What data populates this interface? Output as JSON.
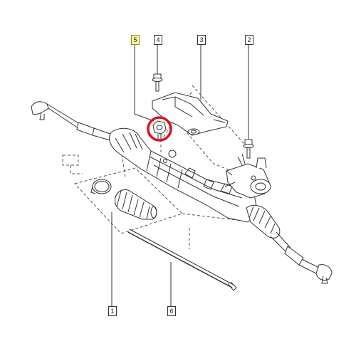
{
  "diagram": {
    "callouts": [
      {
        "id": "c5",
        "label": "5",
        "highlighted": true
      },
      {
        "id": "c4",
        "label": "4",
        "highlighted": false
      },
      {
        "id": "c3",
        "label": "3",
        "highlighted": false
      },
      {
        "id": "c2",
        "label": "2",
        "highlighted": false
      },
      {
        "id": "c1",
        "label": "1",
        "highlighted": false
      },
      {
        "id": "c6",
        "label": "6",
        "highlighted": false
      }
    ],
    "highlight_color": "#e0101a",
    "callout_highlight_color": "#fff59a",
    "line_color": "#333333"
  }
}
